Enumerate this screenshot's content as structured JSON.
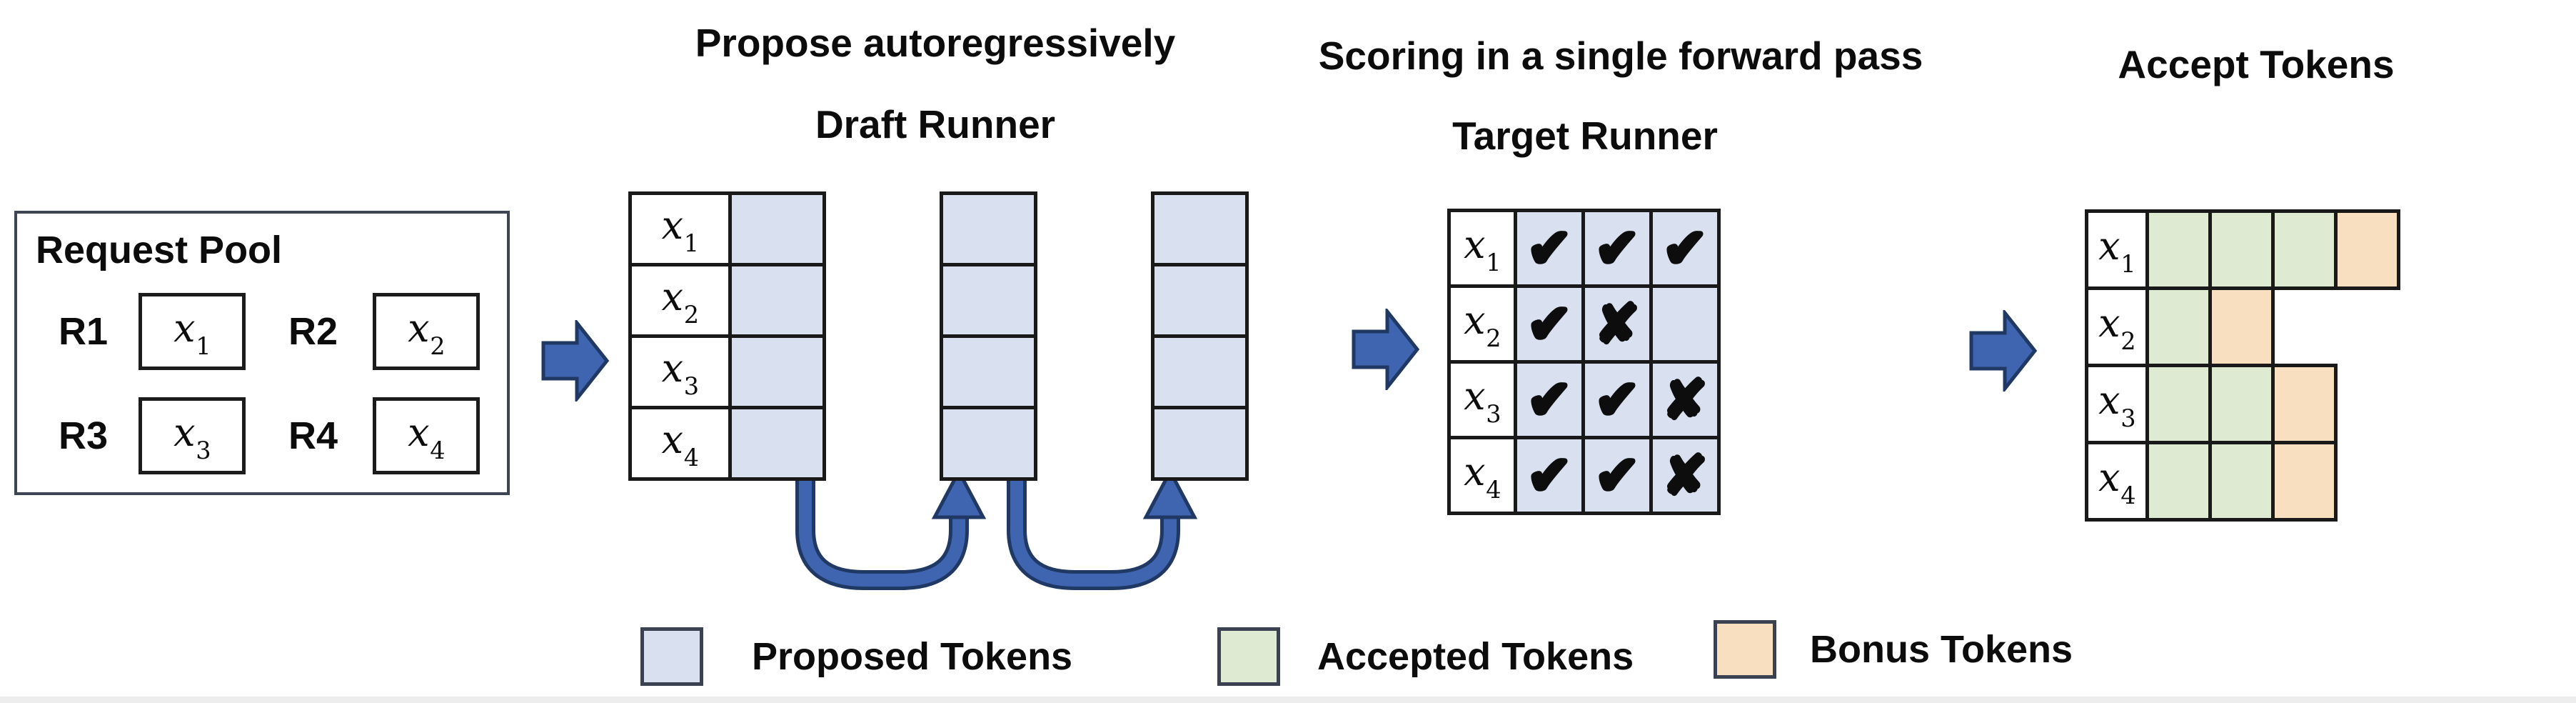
{
  "titles": {
    "propose": "Propose autoregressively",
    "draft": "Draft Runner",
    "scoring": "Scoring in a single forward pass",
    "target": "Target Runner",
    "accept": "Accept Tokens"
  },
  "request_pool": {
    "title": "Request Pool",
    "requests": [
      {
        "id": "R1",
        "token_base": "x",
        "token_sub": "1"
      },
      {
        "id": "R2",
        "token_base": "x",
        "token_sub": "2"
      },
      {
        "id": "R3",
        "token_base": "x",
        "token_sub": "3"
      },
      {
        "id": "R4",
        "token_base": "x",
        "token_sub": "4"
      }
    ]
  },
  "draft_runner": {
    "row_labels": [
      {
        "base": "x",
        "sub": "1"
      },
      {
        "base": "x",
        "sub": "2"
      },
      {
        "base": "x",
        "sub": "3"
      },
      {
        "base": "x",
        "sub": "4"
      }
    ],
    "proposal_steps": 3
  },
  "target_runner": {
    "rows": [
      {
        "label": {
          "base": "x",
          "sub": "1"
        },
        "results": [
          "check",
          "check",
          "check"
        ]
      },
      {
        "label": {
          "base": "x",
          "sub": "2"
        },
        "results": [
          "check",
          "cross",
          "none"
        ]
      },
      {
        "label": {
          "base": "x",
          "sub": "3"
        },
        "results": [
          "check",
          "check",
          "cross"
        ]
      },
      {
        "label": {
          "base": "x",
          "sub": "4"
        },
        "results": [
          "check",
          "check",
          "cross"
        ]
      }
    ]
  },
  "accept_tokens": {
    "rows": [
      {
        "label": {
          "base": "x",
          "sub": "1"
        },
        "cells": [
          "accepted",
          "accepted",
          "accepted",
          "bonus"
        ]
      },
      {
        "label": {
          "base": "x",
          "sub": "2"
        },
        "cells": [
          "accepted",
          "bonus"
        ]
      },
      {
        "label": {
          "base": "x",
          "sub": "3"
        },
        "cells": [
          "accepted",
          "accepted",
          "bonus"
        ]
      },
      {
        "label": {
          "base": "x",
          "sub": "4"
        },
        "cells": [
          "accepted",
          "accepted",
          "bonus"
        ]
      }
    ]
  },
  "legend": [
    {
      "key": "proposed",
      "label": "Proposed Tokens"
    },
    {
      "key": "accepted",
      "label": "Accepted Tokens"
    },
    {
      "key": "bonus",
      "label": "Bonus Tokens"
    }
  ],
  "glyphs": {
    "check": "✔",
    "cross": "✘",
    "none": ""
  },
  "colors": {
    "proposed": "#D9E0EF",
    "accepted": "#DFEAD3",
    "bonus": "#F8DFBF",
    "arrow_fill": "#4065B0",
    "arrow_outline": "#1F3864",
    "table_border": "#191919",
    "swatch_border": "#3A4150"
  }
}
